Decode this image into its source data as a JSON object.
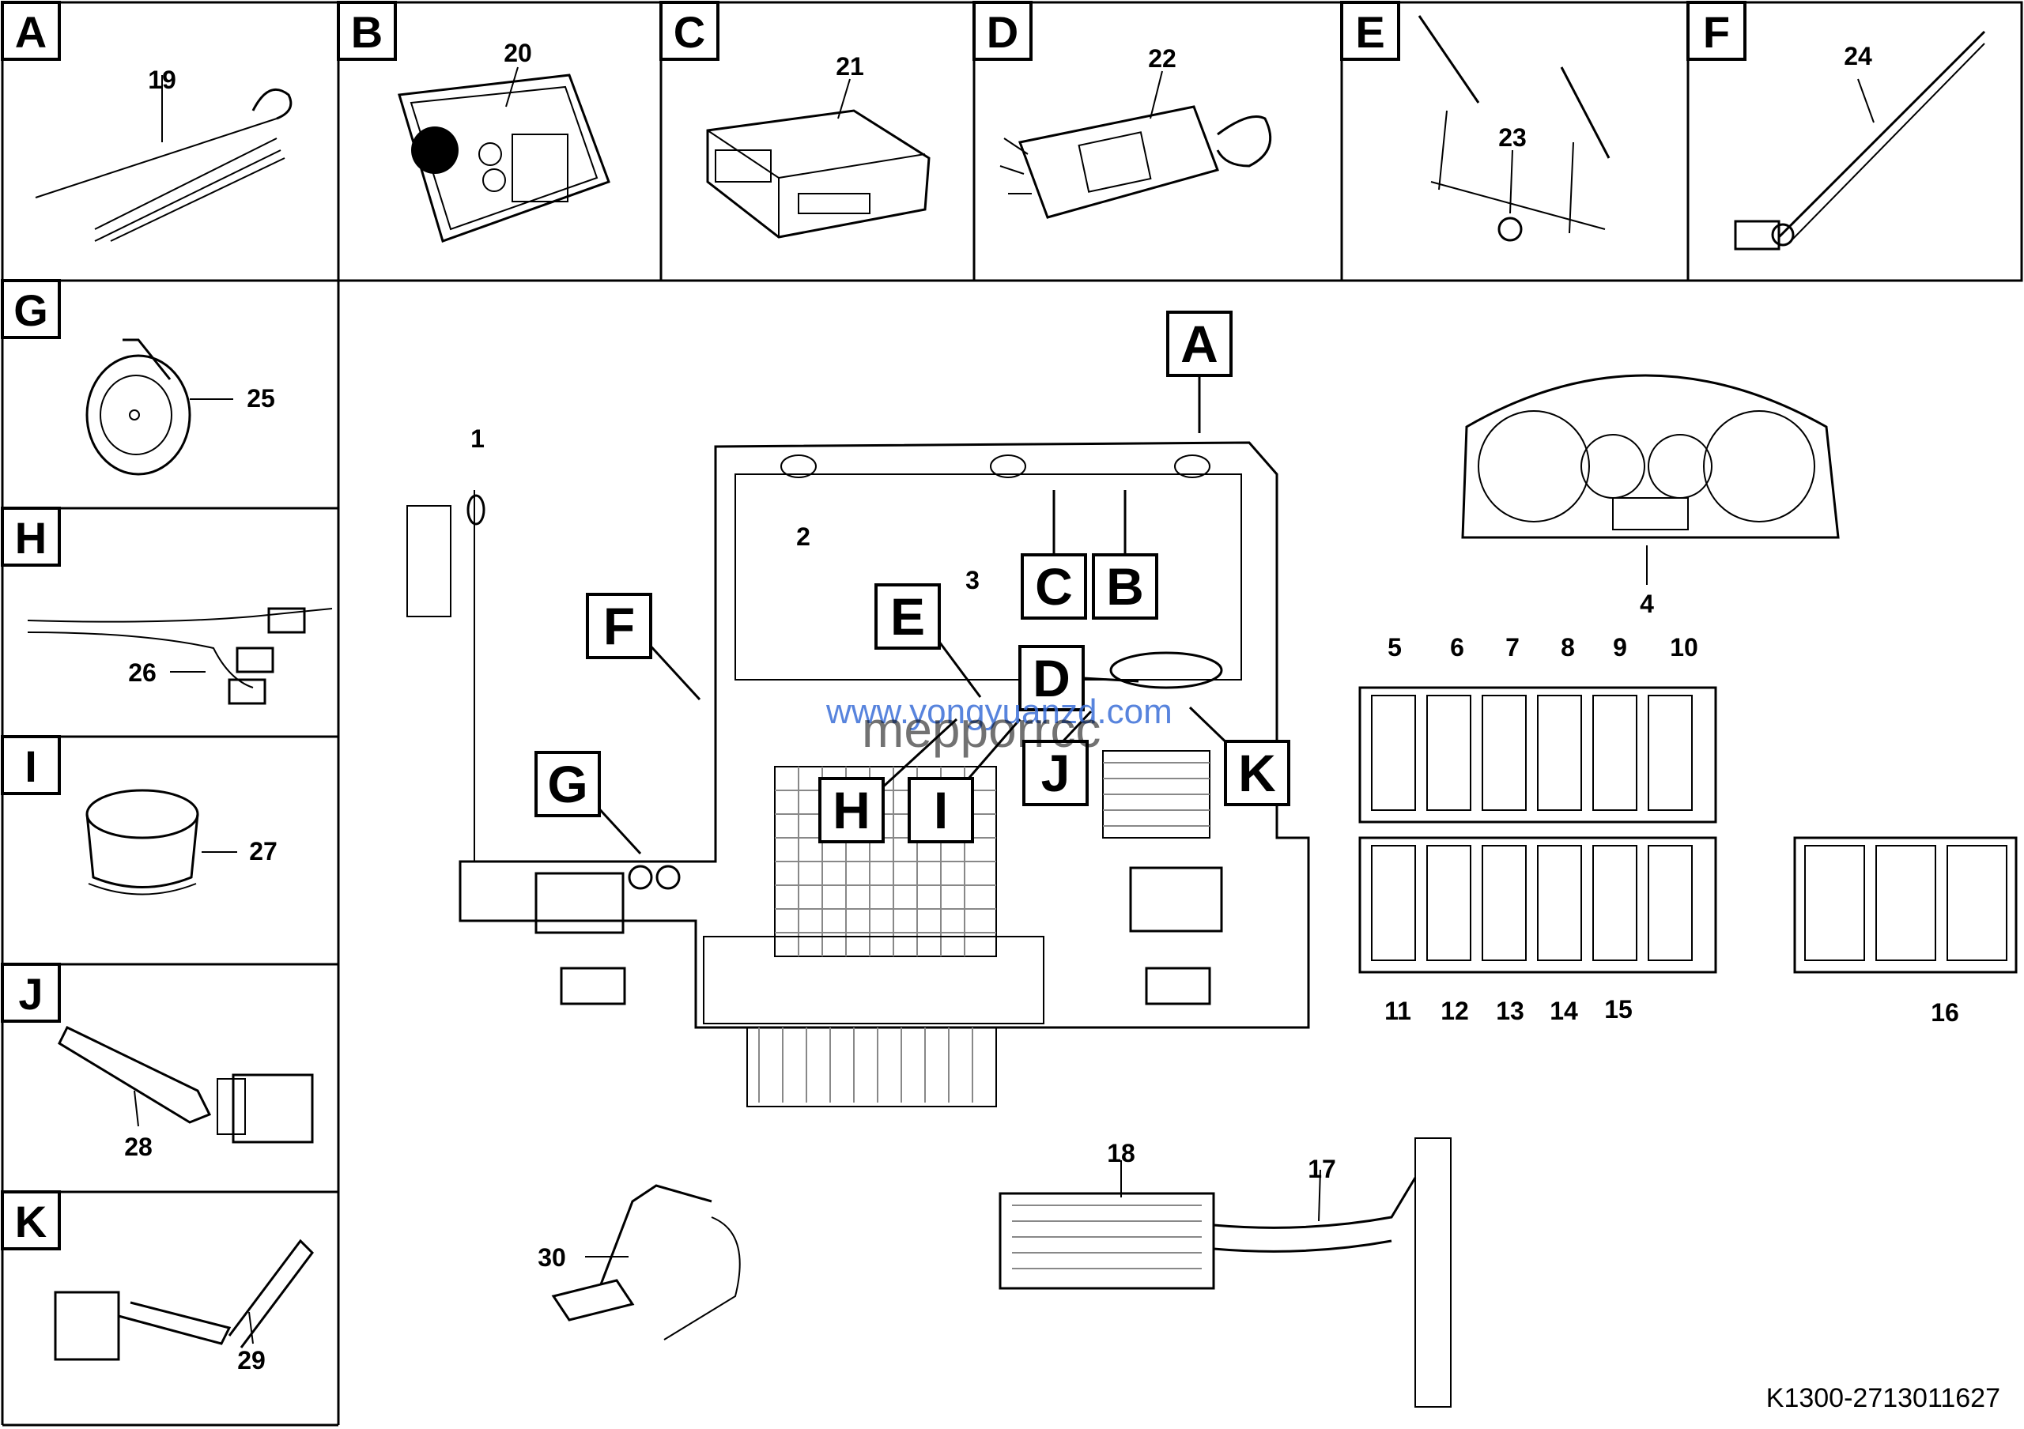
{
  "reference_code": "K1300-2713011627",
  "watermark": {
    "url_text": "www.yongyuanzd.com",
    "brand_text": "mepporrcc"
  },
  "cells": [
    {
      "letter": "A",
      "parts": [
        "19"
      ]
    },
    {
      "letter": "B",
      "parts": [
        "20"
      ]
    },
    {
      "letter": "C",
      "parts": [
        "21"
      ]
    },
    {
      "letter": "D",
      "parts": [
        "22"
      ]
    },
    {
      "letter": "E",
      "parts": [
        "23"
      ]
    },
    {
      "letter": "F",
      "parts": [
        "24"
      ]
    },
    {
      "letter": "G",
      "parts": [
        "25"
      ]
    },
    {
      "letter": "H",
      "parts": [
        "26"
      ]
    },
    {
      "letter": "I",
      "parts": [
        "27"
      ]
    },
    {
      "letter": "J",
      "parts": [
        "28"
      ]
    },
    {
      "letter": "K",
      "parts": [
        "29"
      ]
    }
  ],
  "main_callouts": [
    "A",
    "B",
    "C",
    "D",
    "E",
    "F",
    "G",
    "H",
    "I",
    "J",
    "K"
  ],
  "part_numbers": [
    "1",
    "2",
    "3",
    "4",
    "5",
    "6",
    "7",
    "8",
    "9",
    "10",
    "11",
    "12",
    "13",
    "14",
    "15",
    "16",
    "17",
    "18",
    "30"
  ]
}
